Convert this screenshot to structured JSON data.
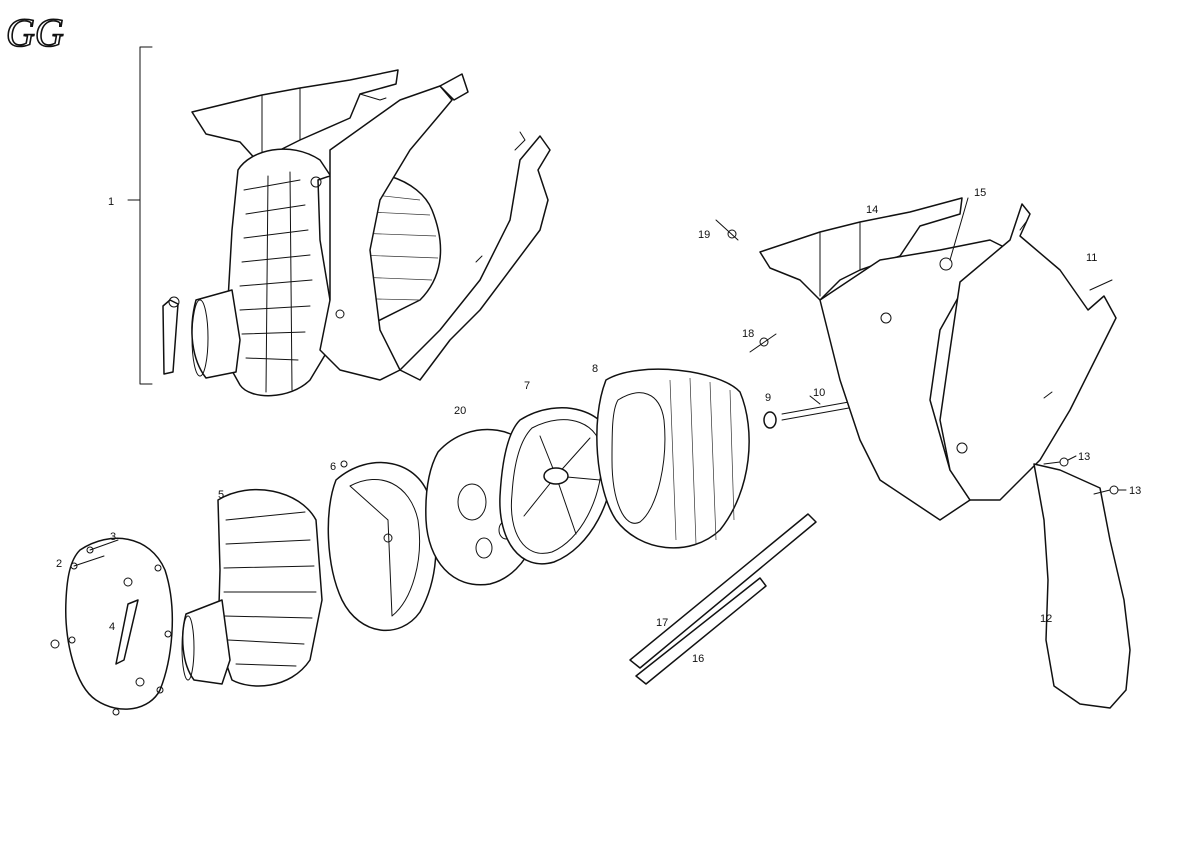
{
  "logo": {
    "text": "GG"
  },
  "callouts": [
    {
      "id": "c1",
      "text": "1"
    },
    {
      "id": "c2",
      "text": "2"
    },
    {
      "id": "c3",
      "text": "3"
    },
    {
      "id": "c4",
      "text": "4"
    },
    {
      "id": "c5",
      "text": "5"
    },
    {
      "id": "c6",
      "text": "6"
    },
    {
      "id": "c7",
      "text": "7"
    },
    {
      "id": "c8",
      "text": "8"
    },
    {
      "id": "c9",
      "text": "9"
    },
    {
      "id": "c10",
      "text": "10"
    },
    {
      "id": "c11",
      "text": "11"
    },
    {
      "id": "c12",
      "text": "12"
    },
    {
      "id": "c13a",
      "text": "13"
    },
    {
      "id": "c13b",
      "text": "13"
    },
    {
      "id": "c14",
      "text": "14"
    },
    {
      "id": "c15",
      "text": "15"
    },
    {
      "id": "c16",
      "text": "16"
    },
    {
      "id": "c17",
      "text": "17"
    },
    {
      "id": "c18",
      "text": "18"
    },
    {
      "id": "c19",
      "text": "19"
    },
    {
      "id": "c20",
      "text": "20"
    }
  ]
}
